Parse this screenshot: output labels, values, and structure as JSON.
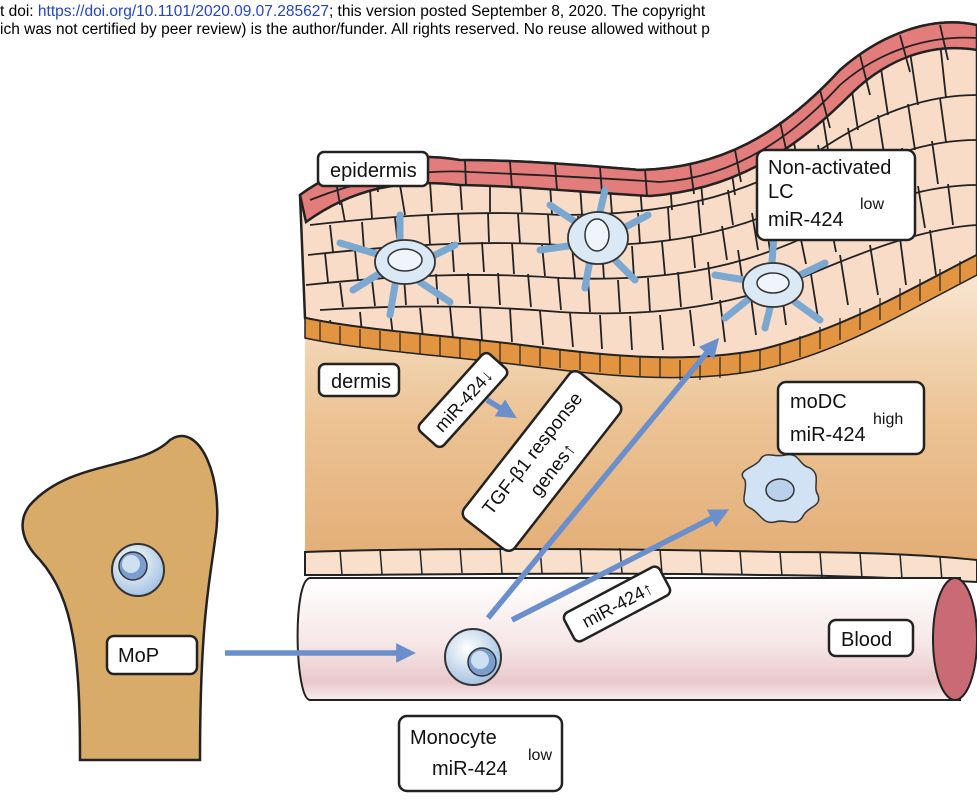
{
  "header": {
    "line1_prefix": "t doi: ",
    "line1_link": "https://doi.org/10.1101/2020.09.07.285627",
    "line1_suffix": "; this version posted September 8, 2020. The copyright",
    "line2": "ich was not certified by peer review) is the author/funder. All rights reserved. No reuse allowed without p"
  },
  "labels": {
    "epidermis": "epidermis",
    "dermis": "dermis",
    "lc_line1": "Non-activated",
    "lc_line2": "LC",
    "lc_sup": "low",
    "lc_line3": "miR-424",
    "modc_line1": "moDC",
    "modc_sup": "high",
    "modc_line2": "miR-424",
    "mir_down": "miR-424↓",
    "tgf_line1": "TGF-β1 response",
    "tgf_line2": "genes↑",
    "mir_up": "miR-424↑",
    "blood": "Blood",
    "mop": "MoP",
    "mono_line1": "Monocyte",
    "mono_sup": "low",
    "mono_line2": "miR-424"
  },
  "colors": {
    "arrow": "#6a8fcc",
    "epidermis_top": "#e07a7a",
    "keratinocyte": "#f6d6c2",
    "basal_layer": "#e39440",
    "dermis": "#e8bb8a",
    "bone": "#d9ab68",
    "cell": "#c7dcef",
    "vessel": "#f4ecea"
  }
}
